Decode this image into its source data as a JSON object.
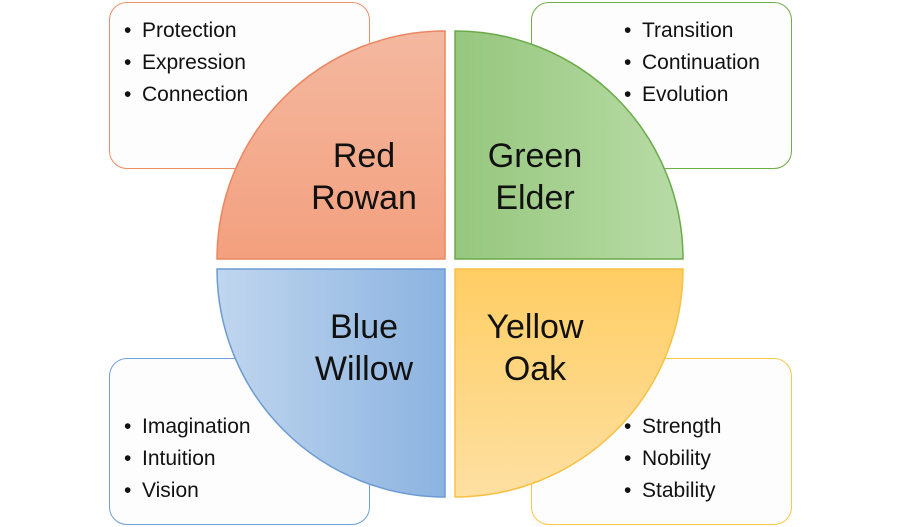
{
  "quadrants": [
    {
      "id": "red",
      "line1": "Red",
      "line2": "Rowan",
      "color": "#f4a582",
      "items": [
        "Protection",
        "Expression",
        "Connection"
      ]
    },
    {
      "id": "green",
      "line1": "Green",
      "line2": "Elder",
      "color": "#a9d18e",
      "items": [
        "Transition",
        "Continuation",
        "Evolution"
      ]
    },
    {
      "id": "blue",
      "line1": "Blue",
      "line2": "Willow",
      "color": "#9dc3e6",
      "items": [
        "Imagination",
        "Intuition",
        "Vision"
      ]
    },
    {
      "id": "yellow",
      "line1": "Yellow",
      "line2": "Oak",
      "color": "#ffd966",
      "items": [
        "Strength",
        "Nobility",
        "Stability"
      ]
    }
  ]
}
